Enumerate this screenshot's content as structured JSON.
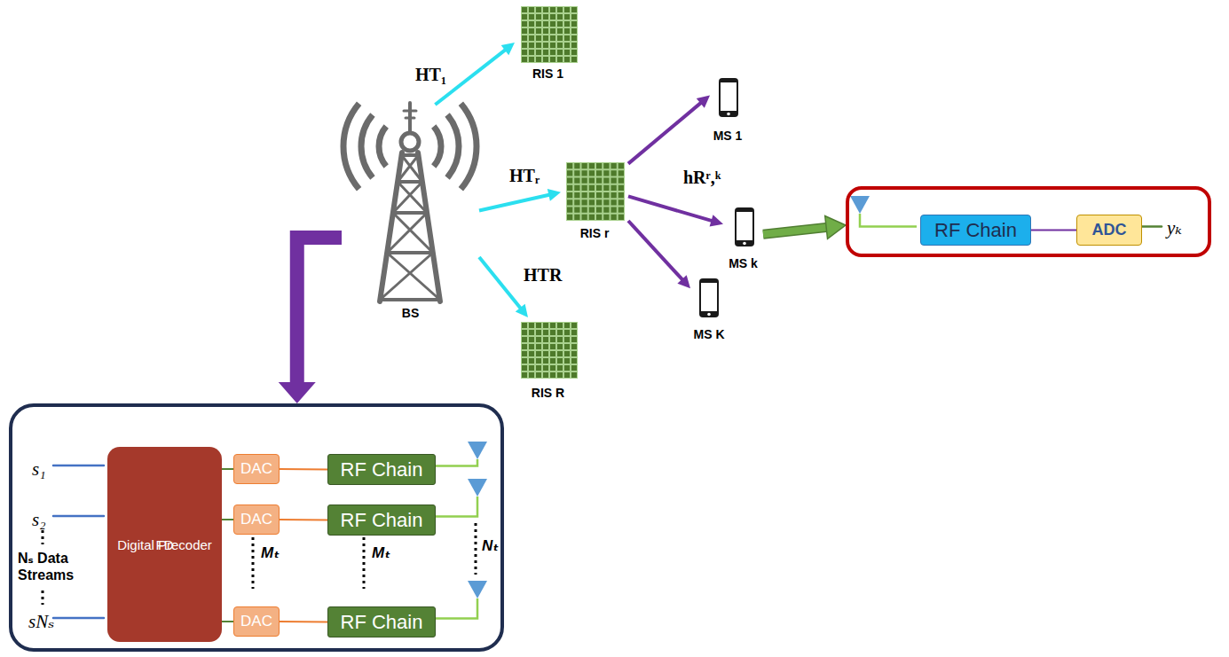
{
  "diagram": {
    "nodes": [
      {
        "text": [
          "BS"
        ]
      },
      {
        "text": [
          "RIS 1"
        ]
      },
      {
        "text": [
          "RIS r"
        ]
      },
      {
        "text": [
          "RIS R"
        ]
      },
      {
        "text": [
          "MS 1"
        ]
      },
      {
        "text": [
          "MS k"
        ]
      },
      {
        "text": [
          "MS K"
        ]
      },
      {
        "text": [
          "yₖ"
        ]
      },
      {
        "text": [
          "RF Chain"
        ],
        "in": 7
      },
      {
        "text": [
          "ADC"
        ],
        "in": 7
      },
      {
        "text": [
          "s₁",
          "s₂",
          "sNₛ",
          "Nₛ Data Streams"
        ]
      },
      {
        "text": [
          "Digital Precoder",
          "FD"
        ],
        "in": 10
      },
      {
        "text": [
          "DAC"
        ],
        "in": 10
      },
      {
        "text": [
          "DAC"
        ],
        "in": 10
      },
      {
        "text": [
          "DAC"
        ],
        "in": 10
      },
      {
        "text": [
          "RF Chain"
        ],
        "in": 10
      },
      {
        "text": [
          "RF Chain"
        ],
        "in": 10
      },
      {
        "text": [
          "RF Chain"
        ],
        "in": 10
      }
    ],
    "edges": [
      {
        "from": 0,
        "to": 1,
        "arrow": "to",
        "label": "HT₁"
      },
      {
        "from": 0,
        "to": 2,
        "arrow": "to",
        "label": "HTᵣ"
      },
      {
        "from": 0,
        "to": 3,
        "arrow": "to",
        "label": "HTR"
      },
      {
        "from": 2,
        "to": 4,
        "arrow": "to"
      },
      {
        "from": 2,
        "to": 5,
        "arrow": "to",
        "label": "hRʳ,ᵏ"
      },
      {
        "from": 2,
        "to": 6,
        "arrow": "to"
      },
      {
        "from": 5,
        "to": 7,
        "arrow": "to"
      },
      {
        "from": 8,
        "to": 9,
        "arrow": "none"
      },
      {
        "from": 0,
        "to": 10,
        "arrow": "to"
      },
      {
        "from": 11,
        "to": 12,
        "arrow": "none"
      },
      {
        "from": 11,
        "to": 13,
        "arrow": "none"
      },
      {
        "from": 11,
        "to": 14,
        "arrow": "none"
      },
      {
        "from": 12,
        "to": 15,
        "arrow": "none"
      },
      {
        "from": 13,
        "to": 16,
        "arrow": "none"
      },
      {
        "from": 14,
        "to": 17,
        "arrow": "none"
      }
    ],
    "labels": [
      "Mₜ",
      "Mₜ",
      "Nₜ"
    ]
  }
}
